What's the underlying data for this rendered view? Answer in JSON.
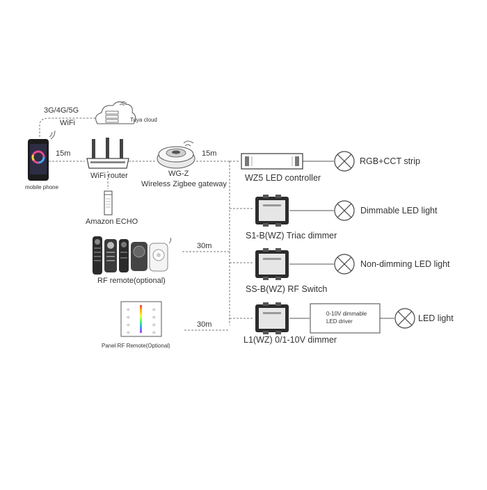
{
  "labels": {
    "net": "3G/4G/5G",
    "wifi": "WiFi",
    "cloud": "Tuya cloud",
    "phone": "mobile phone",
    "dist_phone": "15m",
    "router": "WiFi router",
    "gateway_name": "WG-Z",
    "gateway_desc": "Wireless Zigbee gateway",
    "dist_gateway": "15m",
    "echo": "Amazon ECHO",
    "remote": "RF remote(optional)",
    "dist_remote": "30m",
    "panel": "Panel RF Remote(Optional)",
    "dist_panel": "30m",
    "wz5": "WZ5 LED controller",
    "s1b": "S1-B(WZ) Triac dimmer",
    "ssb": "SS-B(WZ) RF Switch",
    "l1": "L1(WZ)  0/1-10V dimmer",
    "driver_line1": "0-10V dimmable",
    "driver_line2": "LED    driver",
    "load_rgb": "RGB+CCT strip",
    "load_dim": "Dimmable LED  light",
    "load_nondim": "Non-dimming LED light",
    "load_led": "LED light"
  }
}
